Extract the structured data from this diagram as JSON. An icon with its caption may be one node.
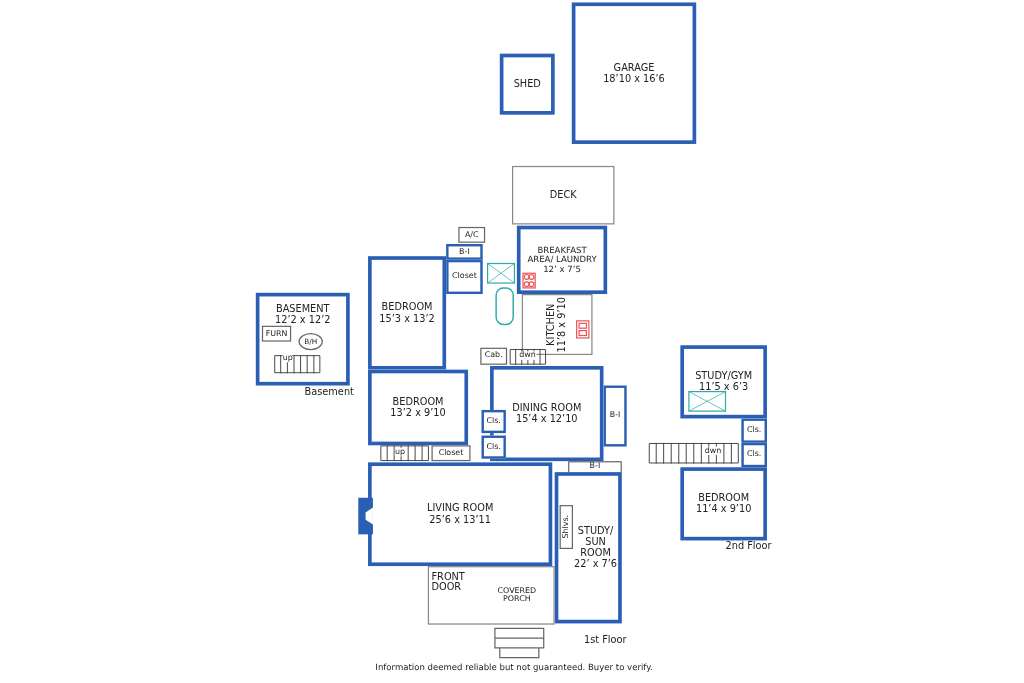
{
  "diagram": {
    "nodes": [
      {
        "text": [
          "GARAGE",
          "18’10 x 16’6"
        ]
      },
      {
        "text": [
          "SHED"
        ]
      },
      {
        "text": [
          "DECK"
        ]
      },
      {
        "text": [
          "A/C"
        ]
      },
      {
        "text": [
          "B-I"
        ]
      },
      {
        "text": [
          "Closet"
        ]
      },
      {
        "text": [
          "BREAKFAST AREA/ LAUNDRY",
          "12’ x 7’5"
        ]
      },
      {
        "text": [
          "BEDROOM",
          "15’3 x 13’2"
        ]
      },
      {
        "text": [
          "BASEMENT",
          "12’2 x 12’2"
        ]
      },
      {
        "text": [
          "FURN"
        ],
        "in": 8
      },
      {
        "text": [
          "B/H"
        ],
        "in": 8
      },
      {
        "text": [
          "KITCHEN",
          "11’8 x 9’10"
        ]
      },
      {
        "text": [
          "Cab."
        ]
      },
      {
        "text": [
          "STUDY/GYM",
          "11’5 x 6’3"
        ]
      },
      {
        "text": [
          "Cls."
        ]
      },
      {
        "text": [
          "Cls."
        ]
      },
      {
        "text": [
          "BEDROOM",
          "11’4 x 9’10"
        ]
      },
      {
        "text": [
          "BEDROOM",
          "13’2 x 9’10"
        ]
      },
      {
        "text": [
          "DINING ROOM",
          "15’4 x 12’10"
        ]
      },
      {
        "text": [
          "B-I"
        ]
      },
      {
        "text": [
          "Cls."
        ]
      },
      {
        "text": [
          "Cls."
        ]
      },
      {
        "text": [
          "Closet"
        ]
      },
      {
        "text": [
          "B-I"
        ]
      },
      {
        "text": [
          "LIVING ROOM",
          "25’6 x 13’11"
        ]
      },
      {
        "text": [
          "STUDY/ SUN ROOM",
          "22’ x 7’6"
        ]
      },
      {
        "text": [
          "Shlvs."
        ],
        "in": 25
      },
      {
        "text": [
          "COVERED PORCH"
        ]
      }
    ],
    "edges": [],
    "labels": [
      "up",
      "dwn",
      "up",
      "FRONT DOOR",
      "dwn",
      "Basement",
      "1st Floor",
      "2nd Floor",
      "Information deemed reliable but not guaranteed. Buyer to verify."
    ]
  }
}
